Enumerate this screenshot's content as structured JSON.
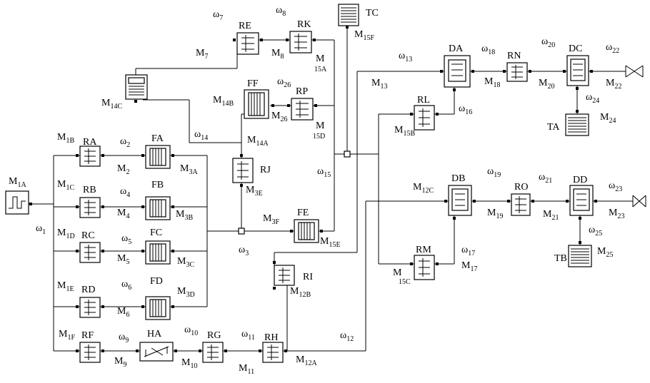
{
  "diagram": {
    "components": {
      "RA": "RA",
      "RB": "RB",
      "RC": "RC",
      "RD": "RD",
      "RF": "RF",
      "RG": "RG",
      "RH": "RH",
      "RI": "RI",
      "RJ": "RJ",
      "RE": "RE",
      "RK": "RK",
      "RP": "RP",
      "RL": "RL",
      "RM": "RM",
      "RN": "RN",
      "RO": "RO",
      "FA": "FA",
      "FB": "FB",
      "FC": "FC",
      "FD": "FD",
      "FE": "FE",
      "FF": "FF",
      "HA": "HA",
      "TC": "TC",
      "TA": "TA",
      "TB": "TB",
      "DA": "DA",
      "DB": "DB",
      "DC": "DC",
      "DD": "DD"
    },
    "shafts": {
      "M1A": [
        "M",
        "1A"
      ],
      "M1B": [
        "M",
        "1B"
      ],
      "M1C": [
        "M",
        "1C"
      ],
      "M1D": [
        "M",
        "1D"
      ],
      "M1E": [
        "M",
        "1E"
      ],
      "M1F": [
        "M",
        "1F"
      ],
      "M2": [
        "M",
        "2"
      ],
      "M3A": [
        "M",
        "3A"
      ],
      "M4": [
        "M",
        "4"
      ],
      "M3B": [
        "M",
        "3B"
      ],
      "M5": [
        "M",
        "5"
      ],
      "M3C": [
        "M",
        "3C"
      ],
      "M6": [
        "M",
        "6"
      ],
      "M3D": [
        "M",
        "3D"
      ],
      "M9": [
        "M",
        "9"
      ],
      "M10": [
        "M",
        "10"
      ],
      "M11": [
        "M",
        "11"
      ],
      "M12A": [
        "M",
        "12A"
      ],
      "M12B": [
        "M",
        "12B"
      ],
      "M12C": [
        "M",
        "12C"
      ],
      "M3E": [
        "M",
        "3E"
      ],
      "M3F": [
        "M",
        "3F"
      ],
      "M14A": [
        "M",
        "14A"
      ],
      "M14B": [
        "M",
        "14B"
      ],
      "M14C": [
        "M",
        "14C"
      ],
      "M7": [
        "M",
        "7"
      ],
      "M8": [
        "M",
        "8"
      ],
      "M15A": [
        "M",
        "15A"
      ],
      "M26": [
        "M",
        "26"
      ],
      "M15D": [
        "M",
        "15D"
      ],
      "M15E": [
        "M",
        "15E"
      ],
      "M15F": [
        "M",
        "15F"
      ],
      "M13": [
        "M",
        "13"
      ],
      "M15B": [
        "M",
        "15B"
      ],
      "M15C": [
        "M",
        "15C"
      ],
      "M17": [
        "M",
        "17"
      ],
      "M18": [
        "M",
        "18"
      ],
      "M20": [
        "M",
        "20"
      ],
      "M22": [
        "M",
        "22"
      ],
      "M24": [
        "M",
        "24"
      ],
      "M19": [
        "M",
        "19"
      ],
      "M21": [
        "M",
        "21"
      ],
      "M23": [
        "M",
        "23"
      ],
      "M25": [
        "M",
        "25"
      ]
    },
    "speeds": {
      "w1": [
        "ω",
        "1"
      ],
      "w2": [
        "ω",
        "2"
      ],
      "w3": [
        "ω",
        "3"
      ],
      "w4": [
        "ω",
        "4"
      ],
      "w5": [
        "ω",
        "5"
      ],
      "w6": [
        "ω",
        "6"
      ],
      "w7": [
        "ω",
        "7"
      ],
      "w8": [
        "ω",
        "8"
      ],
      "w9": [
        "ω",
        "9"
      ],
      "w10": [
        "ω",
        "10"
      ],
      "w11": [
        "ω",
        "11"
      ],
      "w12": [
        "ω",
        "12"
      ],
      "w13": [
        "ω",
        "13"
      ],
      "w14": [
        "ω",
        "14"
      ],
      "w15": [
        "ω",
        "15"
      ],
      "w16": [
        "ω",
        "16"
      ],
      "w17": [
        "ω",
        "17"
      ],
      "w18": [
        "ω",
        "18"
      ],
      "w19": [
        "ω",
        "19"
      ],
      "w20": [
        "ω",
        "20"
      ],
      "w21": [
        "ω",
        "21"
      ],
      "w22": [
        "ω",
        "22"
      ],
      "w23": [
        "ω",
        "23"
      ],
      "w24": [
        "ω",
        "24"
      ],
      "w25": [
        "ω",
        "25"
      ],
      "w26": [
        "ω",
        "26"
      ]
    }
  }
}
